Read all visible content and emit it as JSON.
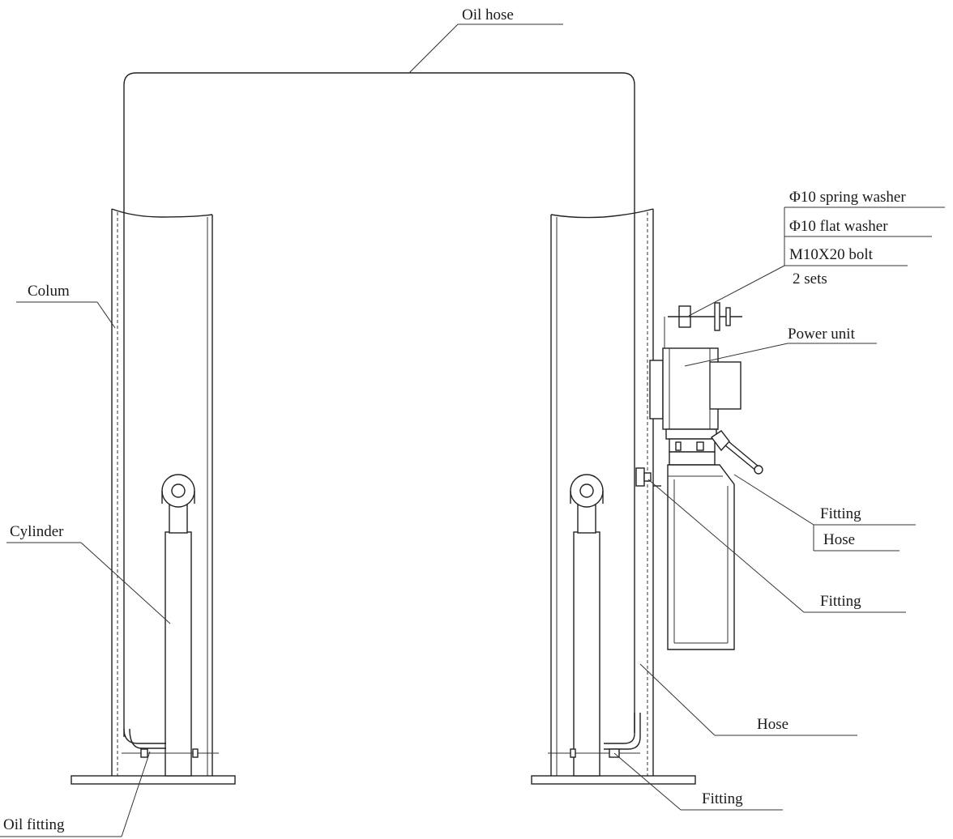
{
  "labels": {
    "oil_hose": "Oil hose",
    "spring_washer": "Φ10 spring washer",
    "flat_washer": "Φ10 flat washer",
    "bolt": "M10X20 bolt",
    "sets": "2 sets",
    "power_unit": "Power unit",
    "colum": "Colum",
    "cylinder": "Cylinder",
    "fitting_upper": "Fitting",
    "hose_upper": "Hose",
    "fitting_mid": "Fitting",
    "hose_lower": "Hose",
    "fitting_bottom": "Fitting",
    "oil_fitting": "Oil fitting"
  }
}
